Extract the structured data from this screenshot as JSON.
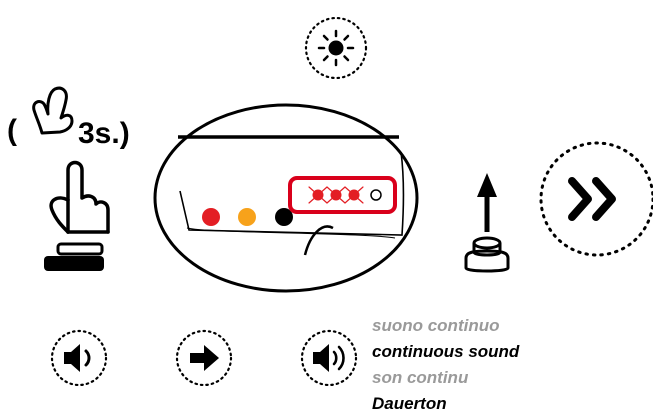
{
  "hold_instruction": {
    "open_paren": "(",
    "duration": "3s.)"
  },
  "device_leds": [
    "red",
    "orange",
    "black",
    "red-blinking",
    "red-blinking",
    "red-blinking",
    "off"
  ],
  "highlight_color": "#d9001b",
  "icons": {
    "top": "light-sun-icon",
    "next": "double-chevron-right-icon",
    "bottom_row": [
      "speaker-low-icon",
      "arrow-right-icon",
      "speaker-high-icon"
    ],
    "button_press": "arrow-up-icon"
  },
  "sound_labels": {
    "it": "suono continuo",
    "en": "continuous sound",
    "fr": "son continu",
    "de": "Dauerton"
  }
}
